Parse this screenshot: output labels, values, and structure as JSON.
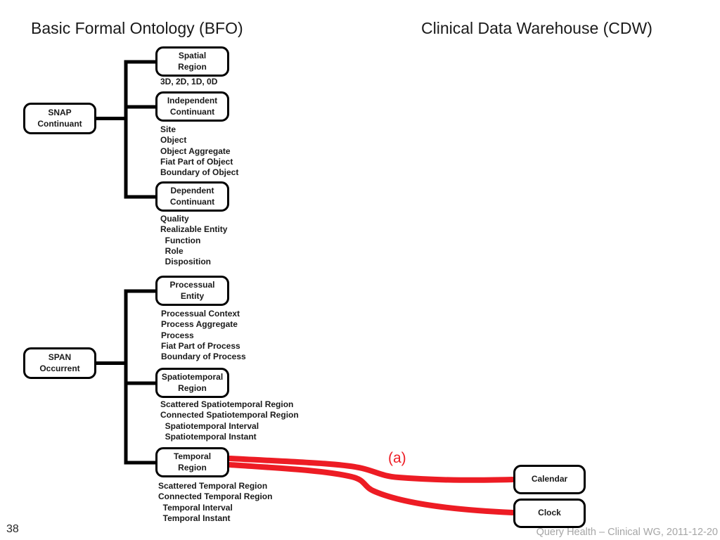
{
  "titles": {
    "left": "Basic Formal Ontology (BFO)",
    "right": "Clinical Data Warehouse (CDW)"
  },
  "page_number": "38",
  "footer": "Query Health – Clinical WG, 2011-12-20",
  "annotation": {
    "label": "(a)",
    "color": "#ED1C24"
  },
  "colors": {
    "connector_black": "#000000",
    "mapping_red": "#ED1C24",
    "box_fill": "#FFFFFF",
    "box_border": "#000000",
    "footer_gray": "#A6A6A6"
  },
  "bfo": {
    "snap": {
      "line1": "SNAP",
      "line2": "Continuant"
    },
    "span": {
      "line1": "SPAN",
      "line2": "Occurrent"
    },
    "spatial": {
      "line1": "Spatial",
      "line2": "Region",
      "items": [
        "3D, 2D, 1D, 0D"
      ]
    },
    "independent": {
      "line1": "Independent",
      "line2": "Continuant",
      "items": [
        "Site",
        "Object",
        "Object Aggregate",
        "Fiat Part of Object",
        "Boundary of Object"
      ]
    },
    "dependent": {
      "line1": "Dependent",
      "line2": "Continuant",
      "items": [
        "Quality",
        "Realizable Entity",
        "  Function",
        "  Role",
        "  Disposition"
      ]
    },
    "processual": {
      "line1": "Processual",
      "line2": "Entity",
      "items": [
        "Processual Context",
        "Process Aggregate",
        "Process",
        "Fiat Part of Process",
        "Boundary of Process"
      ]
    },
    "spatiotemporal": {
      "line1": "Spatiotemporal",
      "line2": "Region",
      "items": [
        "Scattered Spatiotemporal Region",
        "Connected Spatiotemporal Region",
        "  Spatiotemporal Interval",
        "  Spatiotemporal Instant"
      ]
    },
    "temporal": {
      "line1": "Temporal",
      "line2": "Region",
      "items": [
        "Scattered Temporal Region",
        "Connected Temporal Region",
        "  Temporal Interval",
        "  Temporal Instant"
      ]
    }
  },
  "cdw": {
    "calendar": {
      "label": "Calendar"
    },
    "clock": {
      "label": "Clock"
    }
  }
}
